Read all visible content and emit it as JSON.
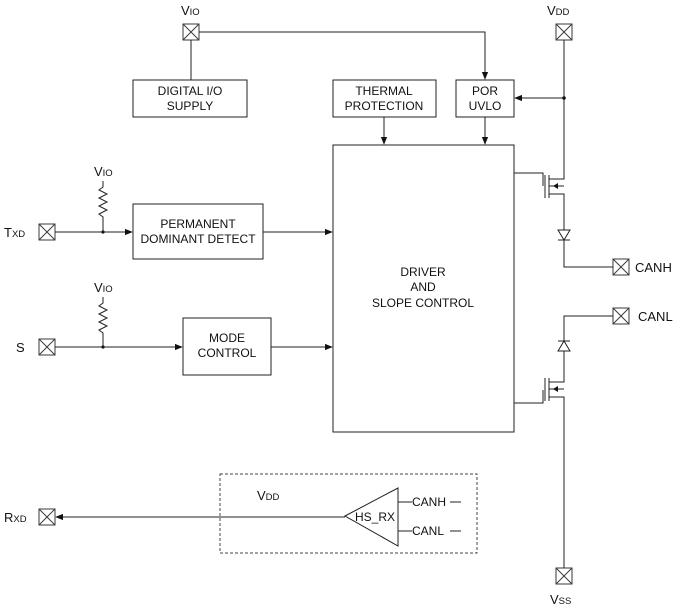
{
  "blocks": {
    "digital_io_supply": [
      "DIGITAL I/O",
      "SUPPLY"
    ],
    "thermal_protection": [
      "THERMAL",
      "PROTECTION"
    ],
    "por_uvlo": [
      "POR",
      "UVLO"
    ],
    "permanent_dominant_detect": [
      "PERMANENT",
      "DOMINANT DETECT"
    ],
    "mode_control": [
      "MODE",
      "CONTROL"
    ],
    "driver_slope_control": [
      "DRIVER",
      "AND",
      "SLOPE CONTROL"
    ],
    "receiver": "HS_RX"
  },
  "pins": {
    "vio_top": {
      "main": "V",
      "sub": "IO"
    },
    "vdd_top": {
      "main": "V",
      "sub": "DD"
    },
    "txd": {
      "main": "T",
      "sub": "XD"
    },
    "s": {
      "main": "S"
    },
    "rxd": {
      "main": "R",
      "sub": "XD"
    },
    "vss": {
      "main": "V",
      "sub": "SS"
    },
    "canh": {
      "main": "CANH"
    },
    "canl": {
      "main": "CANL"
    }
  },
  "labels": {
    "vio_pullup_txd": {
      "main": "V",
      "sub": "IO"
    },
    "vio_pullup_s": {
      "main": "V",
      "sub": "IO"
    },
    "vdd_receiver": {
      "main": "V",
      "sub": "DD"
    },
    "rx_canh": "CANH",
    "rx_canl": "CANL"
  },
  "colors": {
    "line": "#222222",
    "background": "#ffffff"
  }
}
